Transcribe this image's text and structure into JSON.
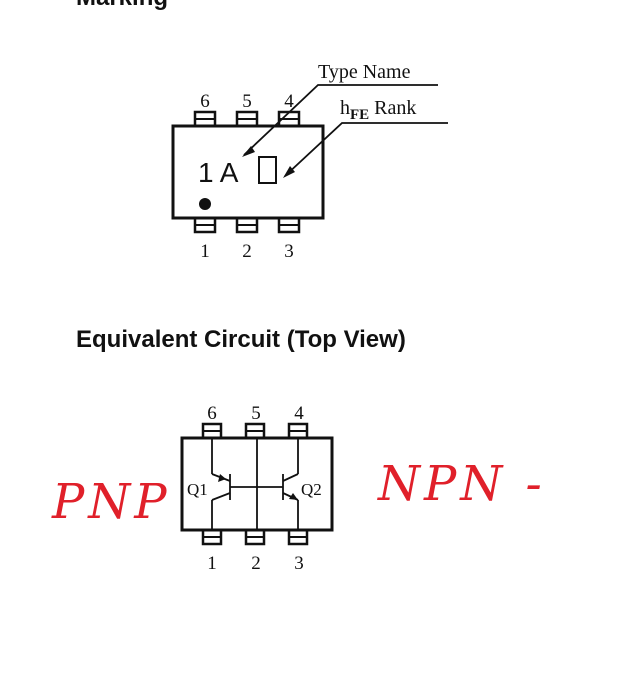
{
  "marking": {
    "heading": "Marking",
    "type_name_label": "Type Name",
    "hfe_label_main": "h",
    "hfe_label_sub": "FE",
    "hfe_label_rest": " Rank",
    "top_pins": [
      "6",
      "5",
      "4"
    ],
    "bottom_pins": [
      "1",
      "2",
      "3"
    ],
    "marking_code": "1 A"
  },
  "circuit": {
    "heading": "Equivalent Circuit (Top View)",
    "top_pins": [
      "6",
      "5",
      "4"
    ],
    "bottom_pins": [
      "1",
      "2",
      "3"
    ],
    "q1_label": "Q1",
    "q2_label": "Q2"
  },
  "annotations": {
    "left_handwriting": "PNP",
    "right_handwriting": "NPN -",
    "ink_color": "#e0202a"
  }
}
